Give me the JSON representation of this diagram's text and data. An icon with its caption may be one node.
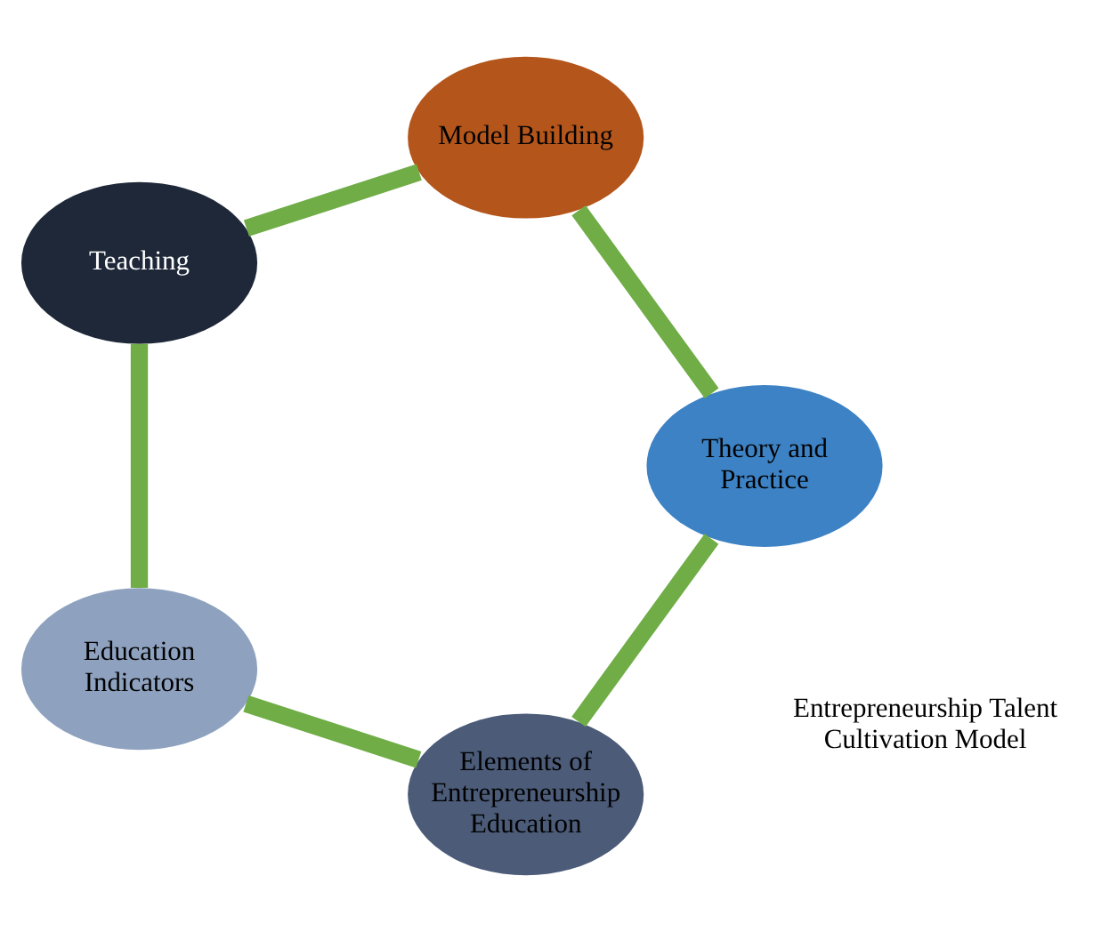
{
  "diagram": {
    "nodes": [
      {
        "text": [
          "Elements of Entrepreneurship Education"
        ]
      },
      {
        "text": [
          "Education Indicators"
        ]
      },
      {
        "text": [
          "Theory and Practice"
        ]
      },
      {
        "text": [
          "Teaching"
        ]
      },
      {
        "text": [
          "Model Building"
        ]
      }
    ],
    "edges": [
      {
        "from": 0,
        "to": 1,
        "arrow": "none"
      },
      {
        "from": 1,
        "to": 3,
        "arrow": "none"
      },
      {
        "from": 3,
        "to": 4,
        "arrow": "none"
      },
      {
        "from": 4,
        "to": 2,
        "arrow": "none"
      },
      {
        "from": 2,
        "to": 0,
        "arrow": "none"
      }
    ],
    "labels": [
      "Entrepreneurship Talent Cultivation Model"
    ]
  }
}
